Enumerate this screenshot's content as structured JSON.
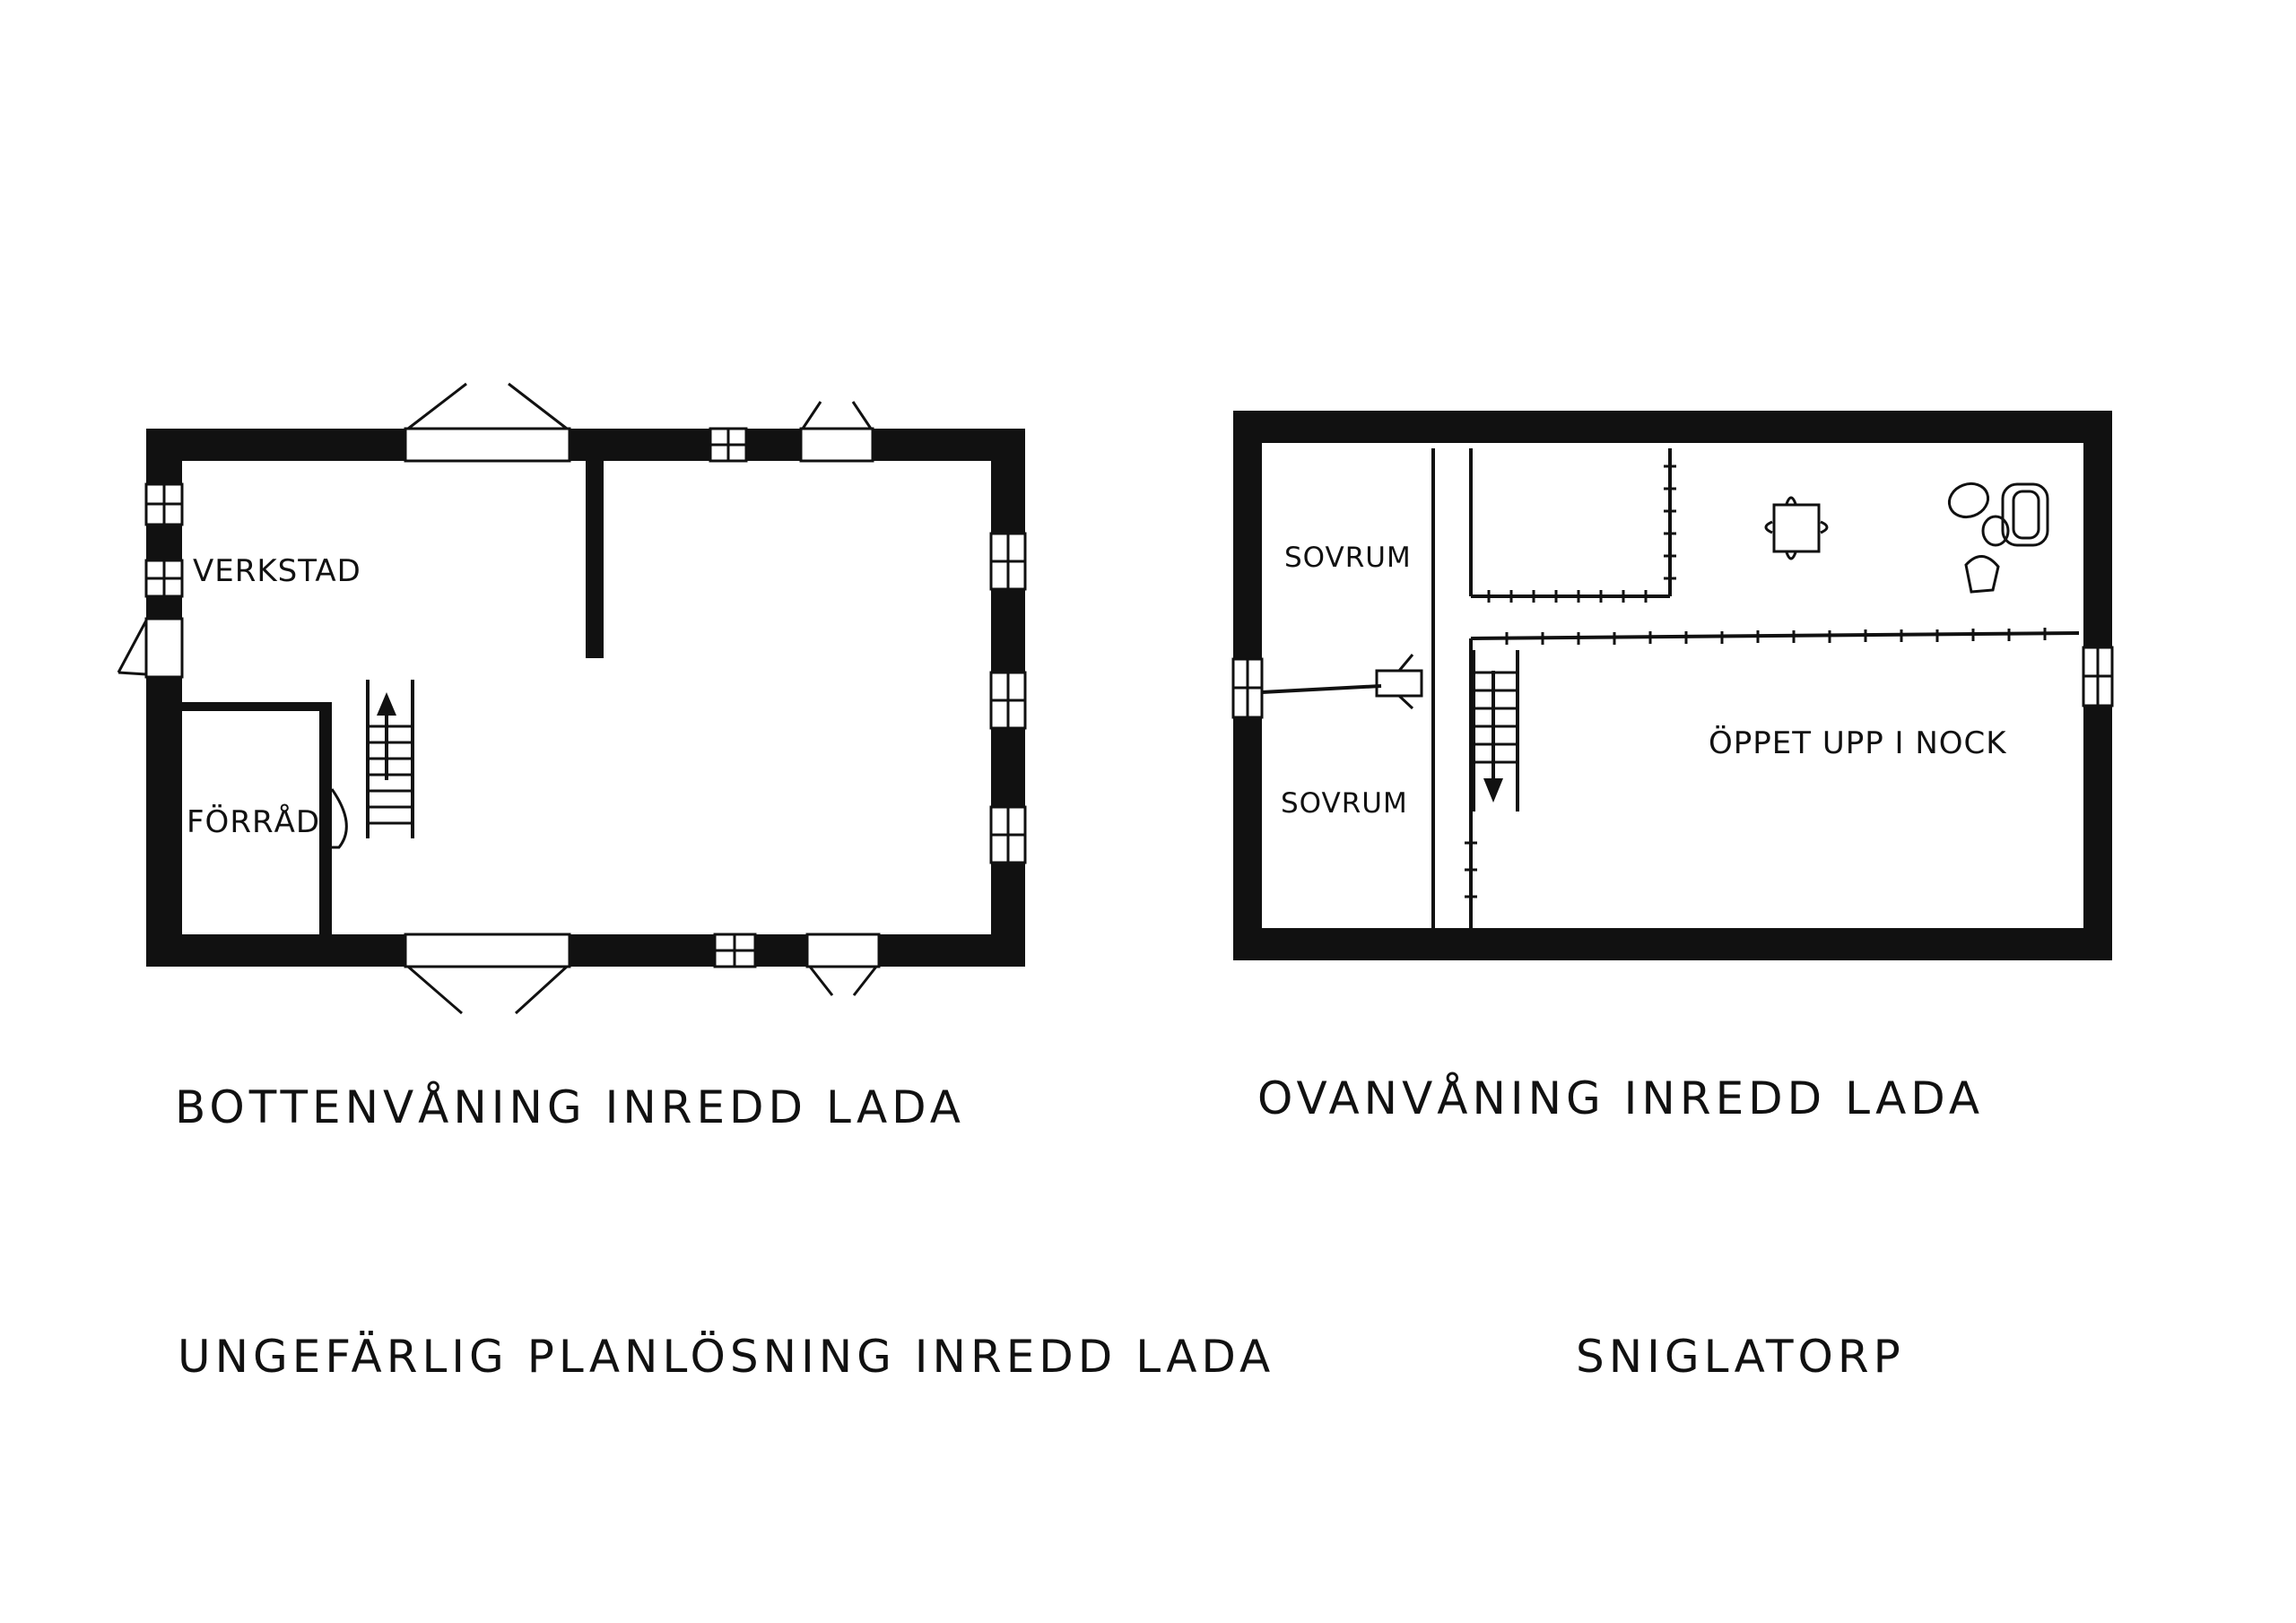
{
  "ground_floor": {
    "rooms": {
      "verkstad": "VERKSTAD",
      "forrad": "FÖRRÅD"
    },
    "caption": "BOTTENVÅNING INREDD LADA"
  },
  "upper_floor": {
    "rooms": {
      "sovrum_1": "SOVRUM",
      "sovrum_2": "SOVRUM",
      "open_void": "ÖPPET UPP I NOCK"
    },
    "caption": "OVANVÅNING INREDD LADA"
  },
  "footer": {
    "title": "UNGEFÄRLIG PLANLÖSNING INREDD LADA",
    "place": "SNIGLATORP"
  }
}
